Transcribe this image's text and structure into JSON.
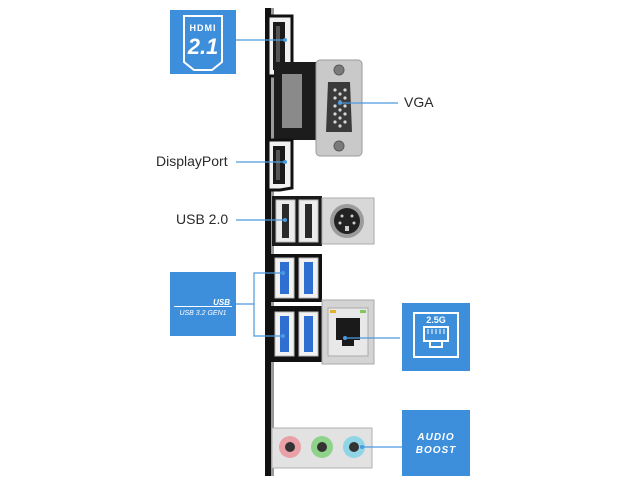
{
  "labels": {
    "vga": "VGA",
    "displayport": "DisplayPort",
    "usb20": "USB 2.0"
  },
  "badges": {
    "hdmi": {
      "logo_word": "HDMI",
      "version": "2.1"
    },
    "usb3": {
      "logo_word": "USB",
      "spec": "USB 3.2 GEN1"
    },
    "lan": {
      "speed": "2.5G"
    },
    "audio": {
      "line1": "AUDIO",
      "line2": "BOOST"
    }
  },
  "colors": {
    "badge_blue": "#3d8fdc",
    "connector_blue": "#2f6fd1",
    "audio_pink": "#e9a0a6",
    "audio_green": "#8fd28a",
    "audio_cyan": "#8fd5e6"
  },
  "icons": [
    "hdmi-logo-icon",
    "usb-logo-icon",
    "ethernet-port-icon"
  ]
}
